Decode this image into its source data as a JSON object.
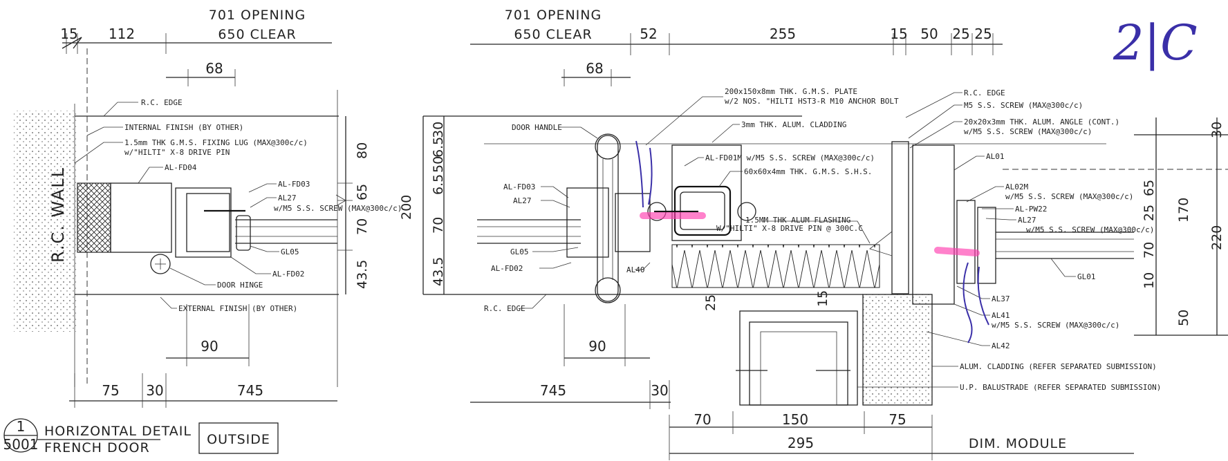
{
  "colors": {
    "ink": "#222222",
    "pen_purple": "#3a2fa8",
    "highlighter_magenta": "#ff3fb0"
  },
  "handwriting": "2|C",
  "left_detail": {
    "dims_top": [
      "15",
      "112",
      "68"
    ],
    "opening": [
      "701 OPENING",
      "650 CLEAR"
    ],
    "dims_vertical": [
      "80",
      "65",
      "70",
      "43.5"
    ],
    "dims_bottom": [
      "90",
      "75",
      "30",
      "745"
    ],
    "wall_label": "R.C. WALL",
    "notes": {
      "rc_edge": "R.C. EDGE",
      "internal_finish": "INTERNAL FINISH (BY OTHER)",
      "fixing_lug_1": "1.5mm THK G.M.S. FIXING LUG (MAX@300c/c)",
      "fixing_lug_2": "w/\"HILTI\" X-8 DRIVE PIN",
      "al_fd04": "AL-FD04",
      "al_fd03": "AL-FD03",
      "al27": "AL27",
      "screw": "w/M5 S.S. SCREW (MAX@300c/c)",
      "gl05": "GL05",
      "al_fd02": "AL-FD02",
      "door_hinge": "DOOR HINGE",
      "external_finish": "EXTERNAL FINISH (BY OTHER)"
    }
  },
  "right_detail": {
    "opening": [
      "701 OPENING",
      "650 CLEAR"
    ],
    "dims_top": [
      "52",
      "255",
      "15",
      "50",
      "25",
      "25",
      "68"
    ],
    "dims_left_vertical": [
      "30",
      "6.5",
      "50",
      "6.5",
      "70",
      "43.5",
      "200"
    ],
    "dims_right_vertical": [
      "30",
      "65",
      "25",
      "70",
      "10",
      "50",
      "170",
      "220"
    ],
    "dims_bottom": [
      "90",
      "745",
      "30",
      "70",
      "150",
      "75",
      "295",
      "25",
      "15"
    ],
    "dim_module": "DIM. MODULE",
    "notes": {
      "plate_1": "200x150x8mm THK. G.M.S. PLATE",
      "plate_2": "w/2 NOS. \"HILTI HST3-R M10 ANCHOR BOLT",
      "cladding": "3mm THK. ALUM. CLADDING",
      "door_handle": "DOOR HANDLE",
      "al_fd01m": "AL-FD01M w/M5 S.S. SCREW (MAX@300c/c)",
      "shs": "60x60x4mm THK. G.M.S. S.H.S.",
      "al_fd03": "AL-FD03",
      "al27": "AL27",
      "flashing_1": "1.5MM THK ALUM FLASHING",
      "flashing_2": "W/\"HILTI\" X-8 DRIVE PIN @ 300C.C",
      "gl05": "GL05",
      "al_fd02": "AL-FD02",
      "al40": "AL40",
      "rc_edge_left": "R.C. EDGE",
      "rc_edge": "R.C. EDGE",
      "m5_screw": "M5 S.S. SCREW (MAX@300c/c)",
      "angle_1": "20x20x3mm THK. ALUM. ANGLE (CONT.)",
      "angle_2": "w/M5 S.S. SCREW (MAX@300c/c)",
      "al01": "AL01",
      "al02m": "AL02M",
      "al02m_screw": "w/M5 S.S. SCREW (MAX@300c/c)",
      "al_pw22": "AL-PW22",
      "al27_r": "AL27",
      "al27_screw": "w/M5 S.S. SCREW (MAX@300c/c)",
      "gl01": "GL01",
      "al37": "AL37",
      "al41": "AL41",
      "al41_screw": "w/M5 S.S. SCREW (MAX@300c/c)",
      "al42": "AL42",
      "alum_cladding": "ALUM. CLADDING (REFER SEPARATED SUBMISSION)",
      "balustrade": "U.P. BALUSTRADE (REFER SEPARATED SUBMISSION)"
    }
  },
  "title_block": {
    "detail_number": "1",
    "sheet_number": "5001",
    "title_line1": "HORIZONTAL DETAIL",
    "title_line2": "FRENCH DOOR",
    "outside_label": "OUTSIDE"
  }
}
